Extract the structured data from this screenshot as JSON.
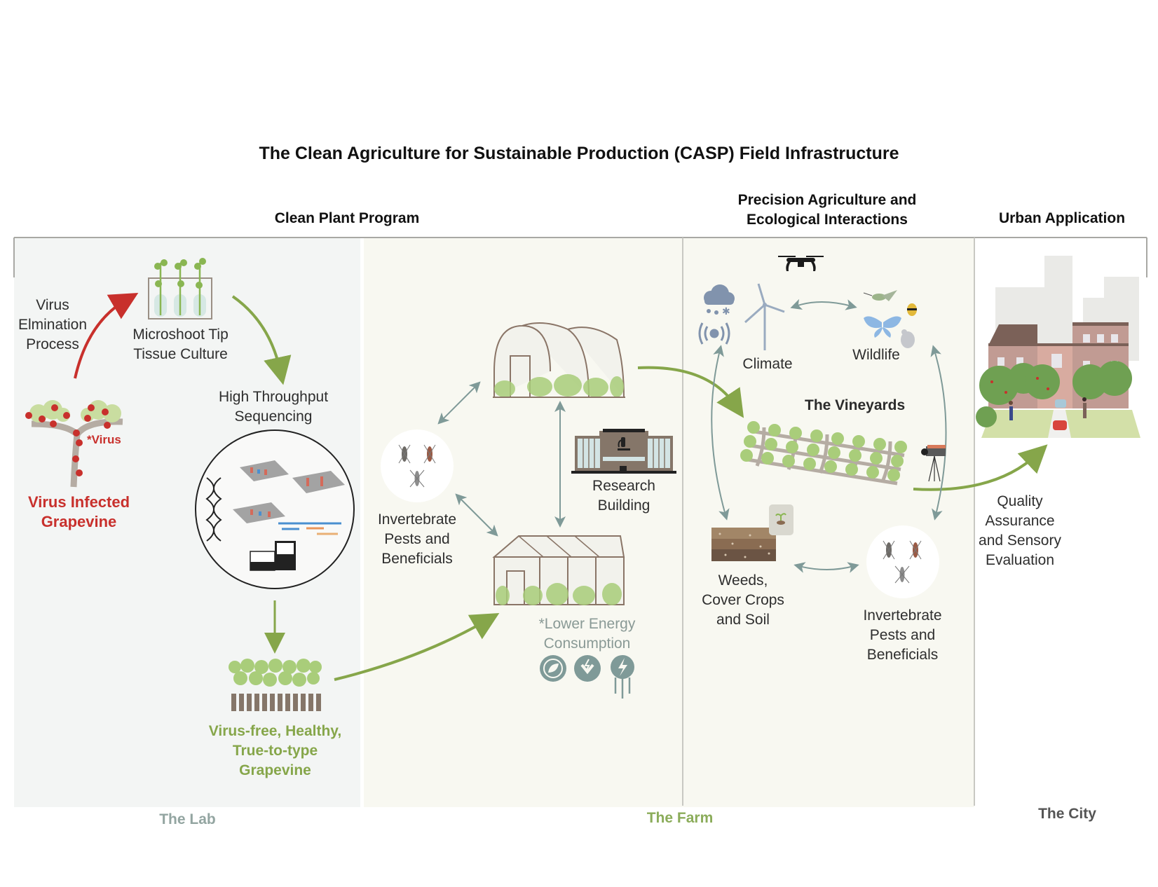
{
  "title": "The Clean Agriculture for Sustainable Production (CASP) Field Infrastructure",
  "sections": {
    "clean_plant": "Clean Plant Program",
    "precision_line1": "Precision Agriculture and",
    "precision_line2": "Ecological Interactions",
    "urban": "Urban Application"
  },
  "lab": {
    "virus_elim": [
      "Virus",
      "Elmination",
      "Process"
    ],
    "microshoot": [
      "Microshoot Tip",
      "Tissue Culture"
    ],
    "virus_tag": "*Virus",
    "infected": [
      "Virus Infected",
      "Grapevine"
    ],
    "hts": [
      "High Throughput",
      "Sequencing"
    ],
    "virus_free": [
      "Virus-free, Healthy,",
      "True-to-type",
      "Grapevine"
    ]
  },
  "farm": {
    "inverts": [
      "Invertebrate",
      "Pests and",
      "Beneficials"
    ],
    "research": [
      "Research",
      "Building"
    ],
    "energy": [
      "*Lower Energy",
      "Consumption"
    ],
    "energy_icons": [
      "leaf-cycle-icon",
      "power-down-icon",
      "lightning-distribution-icon"
    ]
  },
  "precision": {
    "climate": "Climate",
    "wildlife": "Wildlife",
    "vineyards": "The Vineyards",
    "weeds": [
      "Weeds,",
      "Cover Crops",
      "and Soil"
    ],
    "inverts": [
      "Invertebrate",
      "Pests and",
      "Beneficials"
    ]
  },
  "urban": {
    "qa": [
      "Quality",
      "Assurance",
      "and Sensory",
      "Evaluation"
    ]
  },
  "footer": {
    "lab": "The Lab",
    "farm": "The Farm",
    "city": "The City"
  },
  "colors": {
    "red": "#c8302c",
    "green": "#86a64a",
    "arrow_gray": "#7f9a98",
    "lab_bg": "#f3f5f4",
    "farm_bg": "#f8f8f1",
    "frame": "#a8a8a4"
  }
}
